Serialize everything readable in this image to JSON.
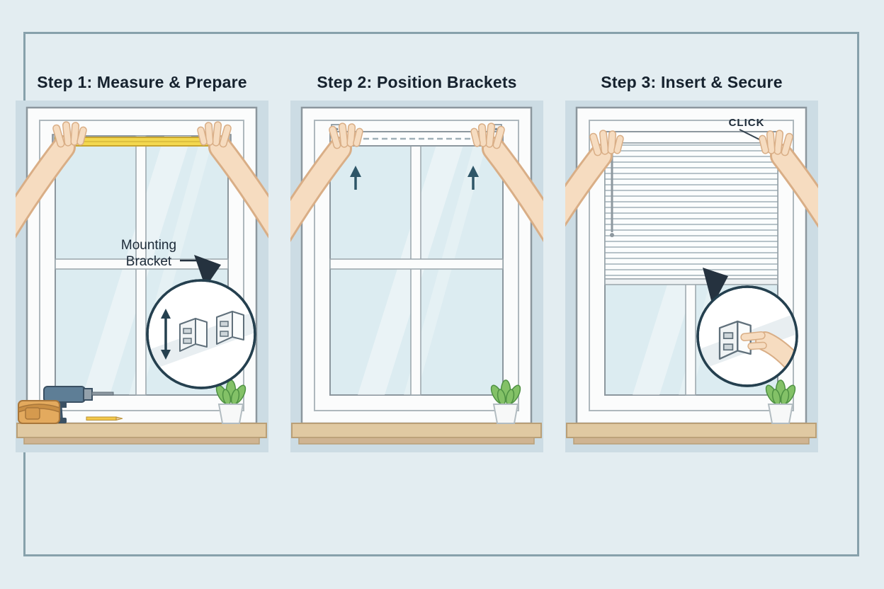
{
  "diagram": {
    "background": "#e3edf1",
    "frame_border": "#87a1ab",
    "panel_background": "#ccdce4",
    "title_color": "#16222e",
    "accent_dark": "#25323f",
    "skin_tone": "#f6dcc0",
    "tape_yellow": "#f3d84f",
    "plant_green": "#83c167",
    "sill_tan": "#e0c9a2"
  },
  "steps": [
    {
      "id": 1,
      "title": "Step 1: Measure & Prepare",
      "callout": {
        "line1": "Mounting",
        "line2": "Bracket"
      },
      "icons": [
        "tape-measure",
        "drill",
        "tool-belt",
        "pencil",
        "mounting-bracket-detail",
        "double-arrow",
        "plant",
        "magnifier-circle",
        "left-hand",
        "right-hand"
      ]
    },
    {
      "id": 2,
      "title": "Step 2: Position Brackets",
      "icons": [
        "headrail",
        "bracket-tabs",
        "up-arrows",
        "plant",
        "left-hand",
        "right-hand"
      ]
    },
    {
      "id": 3,
      "title": "Step 3: Insert & Secure",
      "click_label": "CLICK",
      "icons": [
        "blinds",
        "wand",
        "bracket-press-detail",
        "plant",
        "magnifier-circle",
        "left-hand",
        "right-hand"
      ]
    }
  ]
}
